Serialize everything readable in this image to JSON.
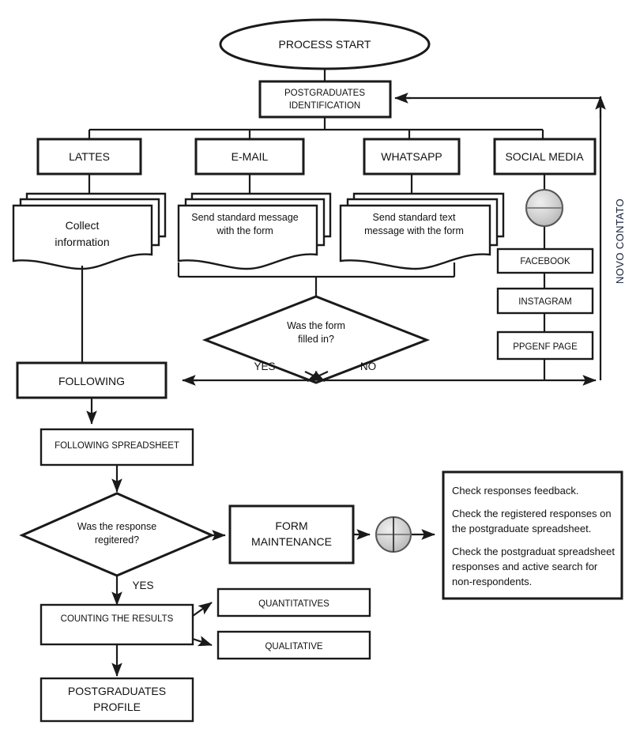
{
  "diagram": {
    "title": "Postgraduates identification and follow-up process flowchart",
    "colors": {
      "stroke": "#1a1a1a",
      "fill": "#ffffff",
      "vertical_label": "#15213b",
      "connector_circle": "#c9c9c9"
    },
    "start": {
      "label": "PROCESS START"
    },
    "identification": {
      "line1": "POSTGRADUATES",
      "line2": "IDENTIFICATION"
    },
    "channels": [
      {
        "id": "lattes",
        "label": "LATTES"
      },
      {
        "id": "email",
        "label": "E-MAIL"
      },
      {
        "id": "whatsapp",
        "label": "WHATSAPP"
      },
      {
        "id": "social",
        "label": "SOCIAL MEDIA"
      }
    ],
    "documents": [
      {
        "id": "collect",
        "line1": "Collect",
        "line2": "information"
      },
      {
        "id": "email-msg",
        "line1": "Send standard message",
        "line2": "with the form"
      },
      {
        "id": "whatsapp-msg",
        "line1": "Send standard text",
        "line2": "message with the form"
      }
    ],
    "social_children": [
      {
        "id": "facebook",
        "label": "FACEBOOK"
      },
      {
        "id": "instagram",
        "label": "INSTAGRAM"
      },
      {
        "id": "ppgenf",
        "label": "PPGENF PAGE"
      }
    ],
    "decision_form": {
      "line1": "Was the form",
      "line2": "filled in?",
      "yes_label": "YES",
      "no_label": "NO"
    },
    "decision_response": {
      "line1": "Was the response",
      "line2": "regitered?",
      "yes_label": "YES"
    },
    "following": {
      "label": "FOLLOWING"
    },
    "following_spreadsheet": {
      "label": "FOLLOWING SPREADSHEET"
    },
    "form_maintenance": {
      "line1": "FORM",
      "line2": "MAINTENANCE"
    },
    "notes": [
      "Check responses feedback.",
      "Check the registered responses on",
      "the postgraduate spreadsheet.",
      "Check the postgraduat spreadsheet",
      "responses and active search for",
      "non-respondents."
    ],
    "counting": {
      "label": "COUNTING THE RESULTS"
    },
    "results": [
      {
        "id": "quantitatives",
        "label": "QUANTITATIVES"
      },
      {
        "id": "qualitative",
        "label": "QUALITATIVE"
      }
    ],
    "profile": {
      "line1": "POSTGRADUATES",
      "line2": "PROFILE"
    },
    "loop_label": {
      "text": "NOVO CONTATO"
    }
  }
}
